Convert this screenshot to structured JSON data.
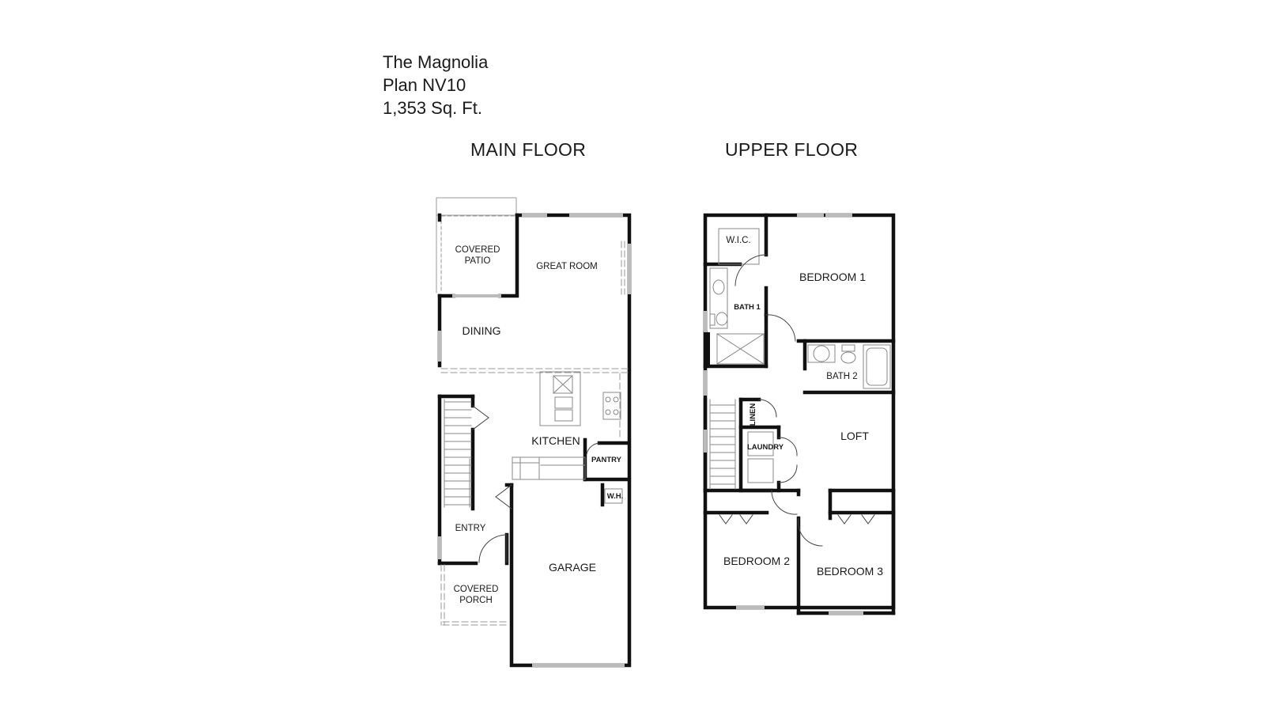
{
  "header": {
    "plan_name": "The Magnolia",
    "plan_code": "Plan NV10",
    "square_feet": "1,353 Sq. Ft."
  },
  "floors": {
    "main_title": "MAIN FLOOR",
    "upper_title": "UPPER FLOOR"
  },
  "main_floor_rooms": {
    "covered_patio_1": "COVERED",
    "covered_patio_2": "PATIO",
    "great_room": "GREAT ROOM",
    "dining": "DINING",
    "kitchen": "KITCHEN",
    "pantry": "PANTRY",
    "water_heater": "W.H.",
    "entry": "ENTRY",
    "garage": "GARAGE",
    "covered_porch_1": "COVERED",
    "covered_porch_2": "PORCH"
  },
  "upper_floor_rooms": {
    "wic": "W.I.C.",
    "bedroom_1": "BEDROOM 1",
    "bath_1": "BATH 1",
    "bath_2": "BATH 2",
    "linen": "LINEN",
    "laundry": "LAUNDRY",
    "loft": "LOFT",
    "bedroom_2": "BEDROOM 2",
    "bedroom_3": "BEDROOM 3"
  },
  "colors": {
    "wall": "#111111",
    "fixture": "#888888",
    "background": "#ffffff"
  }
}
